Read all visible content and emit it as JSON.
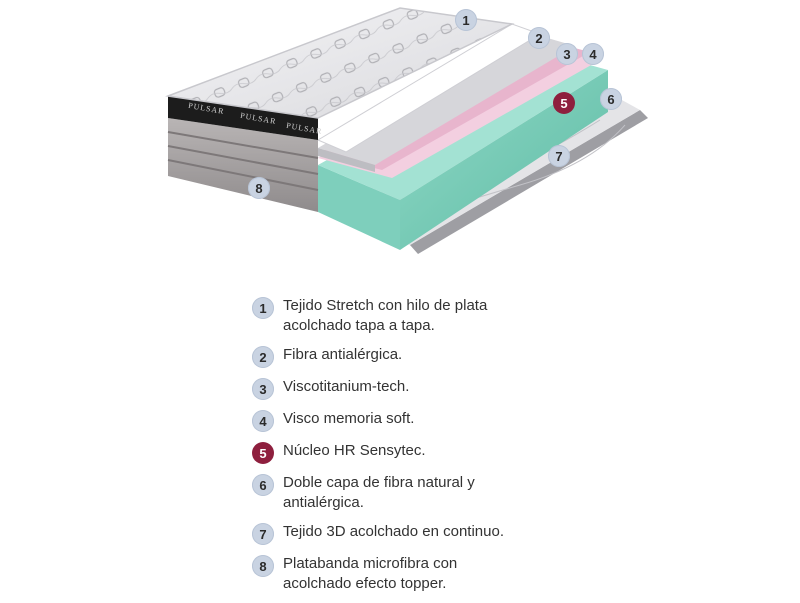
{
  "colors": {
    "badge": "#c9d3e2",
    "badge_accent": "#8e1f3e",
    "core_foam": "#6fcbb5",
    "pink_layer": "#f3cfe0",
    "fabric": "#e8e8ea",
    "brand_band": "#1c1c1c"
  },
  "diagram": {
    "brand_label": "PULSAR",
    "callouts": [
      "1",
      "2",
      "3",
      "4",
      "5",
      "6",
      "7",
      "8"
    ]
  },
  "legend": [
    {
      "number": "1",
      "text": "Tejido Stretch con hilo de plata acolchado tapa a tapa.",
      "accent": false
    },
    {
      "number": "2",
      "text": "Fibra antialérgica.",
      "accent": false
    },
    {
      "number": "3",
      "text": "Viscotitanium-tech.",
      "accent": false
    },
    {
      "number": "4",
      "text": "Visco memoria soft.",
      "accent": false
    },
    {
      "number": "5",
      "text": "Núcleo HR Sensytec.",
      "accent": true
    },
    {
      "number": "6",
      "text": "Doble capa de fibra natural y antialérgica.",
      "accent": false
    },
    {
      "number": "7",
      "text": "Tejido 3D acolchado en continuo.",
      "accent": false
    },
    {
      "number": "8",
      "text": "Platabanda microfibra con acolchado efecto topper.",
      "accent": false
    }
  ]
}
